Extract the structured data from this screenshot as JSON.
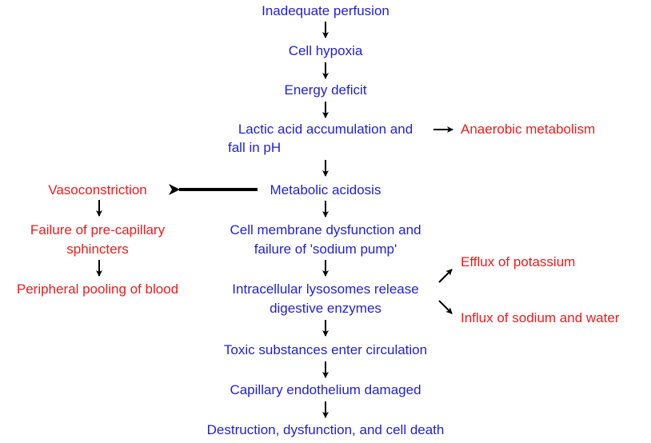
{
  "colors": {
    "main_chain": "#1f1fd6",
    "side_effects": "#ee1c1c",
    "arrow": "#000000"
  },
  "main_chain": [
    {
      "id": "inadequate_perfusion",
      "text": "Inadequate perfusion"
    },
    {
      "id": "cell_hypoxia",
      "text": "Cell hypoxia"
    },
    {
      "id": "energy_deficit",
      "text": "Energy deficit"
    },
    {
      "id": "lactic_acid_1",
      "text": "Lactic acid accumulation and"
    },
    {
      "id": "lactic_acid_2",
      "text": "fall in pH"
    },
    {
      "id": "metabolic_acidosis",
      "text": "Metabolic acidosis"
    },
    {
      "id": "cell_membrane_1",
      "text": "Cell membrane dysfunction and"
    },
    {
      "id": "cell_membrane_2",
      "text": "failure of 'sodium pump'"
    },
    {
      "id": "lysosomes_1",
      "text": "Intracellular lysosomes release"
    },
    {
      "id": "lysosomes_2",
      "text": "digestive enzymes"
    },
    {
      "id": "toxic_substances",
      "text": "Toxic substances enter circulation"
    },
    {
      "id": "capillary_damage",
      "text": "Capillary endothelium damaged"
    },
    {
      "id": "cell_death",
      "text": "Destruction, dysfunction, and cell death"
    }
  ],
  "left_branch": [
    {
      "id": "vasoconstriction",
      "text": "Vasoconstriction"
    },
    {
      "id": "sphincter_failure_1",
      "text": "Failure of pre-capillary"
    },
    {
      "id": "sphincter_failure_2",
      "text": "sphincters"
    },
    {
      "id": "peripheral_pooling",
      "text": "Peripheral pooling of blood"
    }
  ],
  "right_effects": [
    {
      "id": "anaerobic_metabolism",
      "text": "Anaerobic metabolism"
    },
    {
      "id": "potassium_efflux",
      "text": "Efflux of potassium"
    },
    {
      "id": "sodium_influx",
      "text": "Influx of sodium and water"
    }
  ],
  "edges": [
    {
      "from": "Inadequate perfusion",
      "to": "Cell hypoxia"
    },
    {
      "from": "Cell hypoxia",
      "to": "Energy deficit"
    },
    {
      "from": "Energy deficit",
      "to": "Lactic acid accumulation and fall in pH"
    },
    {
      "from": "Lactic acid accumulation and fall in pH",
      "to": "Anaerobic metabolism"
    },
    {
      "from": "Lactic acid accumulation and fall in pH",
      "to": "Metabolic acidosis"
    },
    {
      "from": "Metabolic acidosis",
      "to": "Vasoconstriction"
    },
    {
      "from": "Vasoconstriction",
      "to": "Failure of pre-capillary sphincters"
    },
    {
      "from": "Failure of pre-capillary sphincters",
      "to": "Peripheral pooling of blood"
    },
    {
      "from": "Metabolic acidosis",
      "to": "Cell membrane dysfunction and failure of 'sodium pump'"
    },
    {
      "from": "Cell membrane dysfunction and failure of 'sodium pump'",
      "to": "Intracellular lysosomes release digestive enzymes"
    },
    {
      "from": "Intracellular lysosomes release digestive enzymes",
      "to": "Efflux of potassium"
    },
    {
      "from": "Intracellular lysosomes release digestive enzymes",
      "to": "Influx of sodium and water"
    },
    {
      "from": "Intracellular lysosomes release digestive enzymes",
      "to": "Toxic substances enter circulation"
    },
    {
      "from": "Toxic substances enter circulation",
      "to": "Capillary endothelium damaged"
    },
    {
      "from": "Capillary endothelium damaged",
      "to": "Destruction, dysfunction, and cell death"
    }
  ]
}
